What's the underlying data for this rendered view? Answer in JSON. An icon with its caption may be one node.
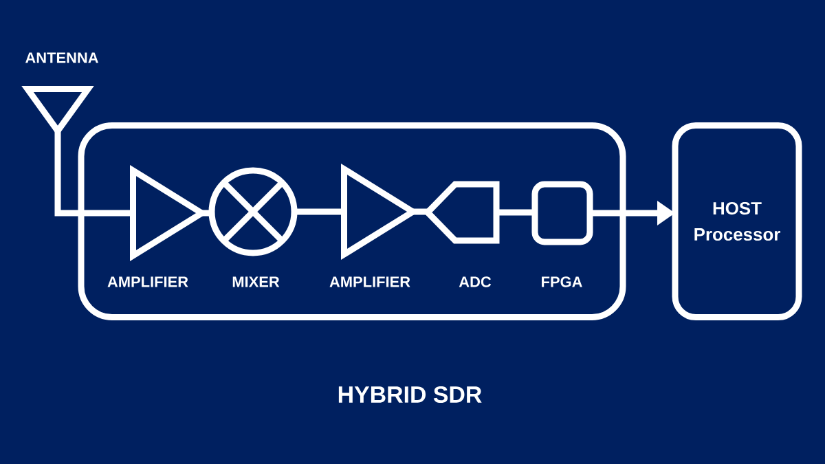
{
  "diagram": {
    "caption": "HYBRID SDR",
    "nodes": [
      {
        "text": [
          "ANTENNA"
        ]
      },
      {
        "text": [],
        "shape": "box"
      },
      {
        "text": [
          "AMPLIFIER"
        ],
        "in": 1
      },
      {
        "text": [
          "MIXER"
        ],
        "in": 1
      },
      {
        "text": [
          "AMPLIFIER"
        ],
        "in": 1
      },
      {
        "text": [
          "ADC"
        ],
        "in": 1
      },
      {
        "text": [
          "FPGA"
        ],
        "in": 1
      },
      {
        "text": [
          "HOST Processor"
        ]
      }
    ],
    "edges": [
      {
        "from": 0,
        "to": 2,
        "arrow": "none"
      },
      {
        "from": 2,
        "to": 3,
        "arrow": "none"
      },
      {
        "from": 3,
        "to": 4,
        "arrow": "none"
      },
      {
        "from": 4,
        "to": 5,
        "arrow": "none"
      },
      {
        "from": 5,
        "to": 6,
        "arrow": "none"
      },
      {
        "from": 6,
        "to": 7,
        "arrow": "to"
      }
    ]
  }
}
